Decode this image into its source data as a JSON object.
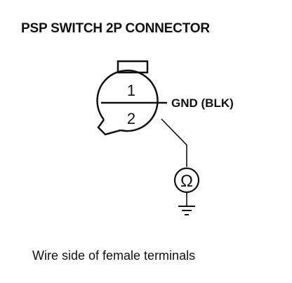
{
  "title": "PSP SWITCH 2P CONNECTOR",
  "connector": {
    "terminal_top": "1",
    "terminal_bottom": "2",
    "wire_label": "GND (BLK)",
    "meter_symbol": "Ω"
  },
  "caption": "Wire side of female terminals",
  "colors": {
    "ink": "#111111",
    "background": "#ffffff"
  }
}
